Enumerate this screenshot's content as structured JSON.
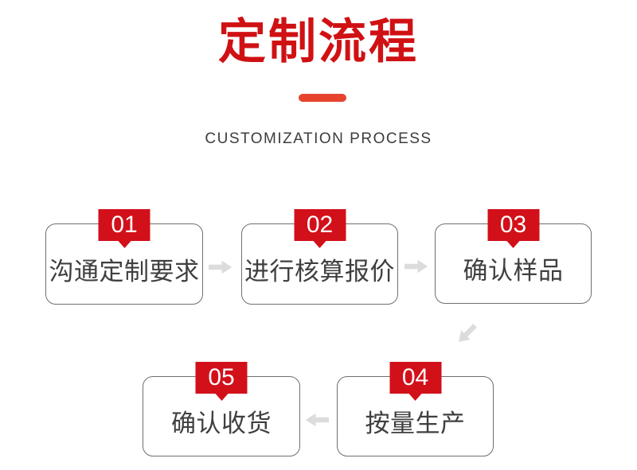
{
  "header": {
    "title": "定制流程",
    "subtitle": "CUSTOMIZATION PROCESS"
  },
  "steps": [
    {
      "number": "01",
      "label": "沟通定制要求"
    },
    {
      "number": "02",
      "label": "进行核算报价"
    },
    {
      "number": "03",
      "label": "确认样品"
    },
    {
      "number": "04",
      "label": "按量生产"
    },
    {
      "number": "05",
      "label": "确认收货"
    }
  ],
  "flow": {
    "arrows": [
      {
        "from": "01",
        "to": "02",
        "direction": "right"
      },
      {
        "from": "02",
        "to": "03",
        "direction": "right"
      },
      {
        "from": "03",
        "to": "04",
        "direction": "down-left"
      },
      {
        "from": "04",
        "to": "05",
        "direction": "left"
      }
    ]
  },
  "colors": {
    "title_red": "#d01114",
    "divider_red": "#e8432f",
    "badge_red": "#d2101a",
    "box_border_gray": "#6f6f6f",
    "label_gray": "#3f3f3f",
    "subtitle_gray": "#3c3c3c",
    "arrow_gray": "#dcdcdc",
    "background": "#ffffff"
  }
}
